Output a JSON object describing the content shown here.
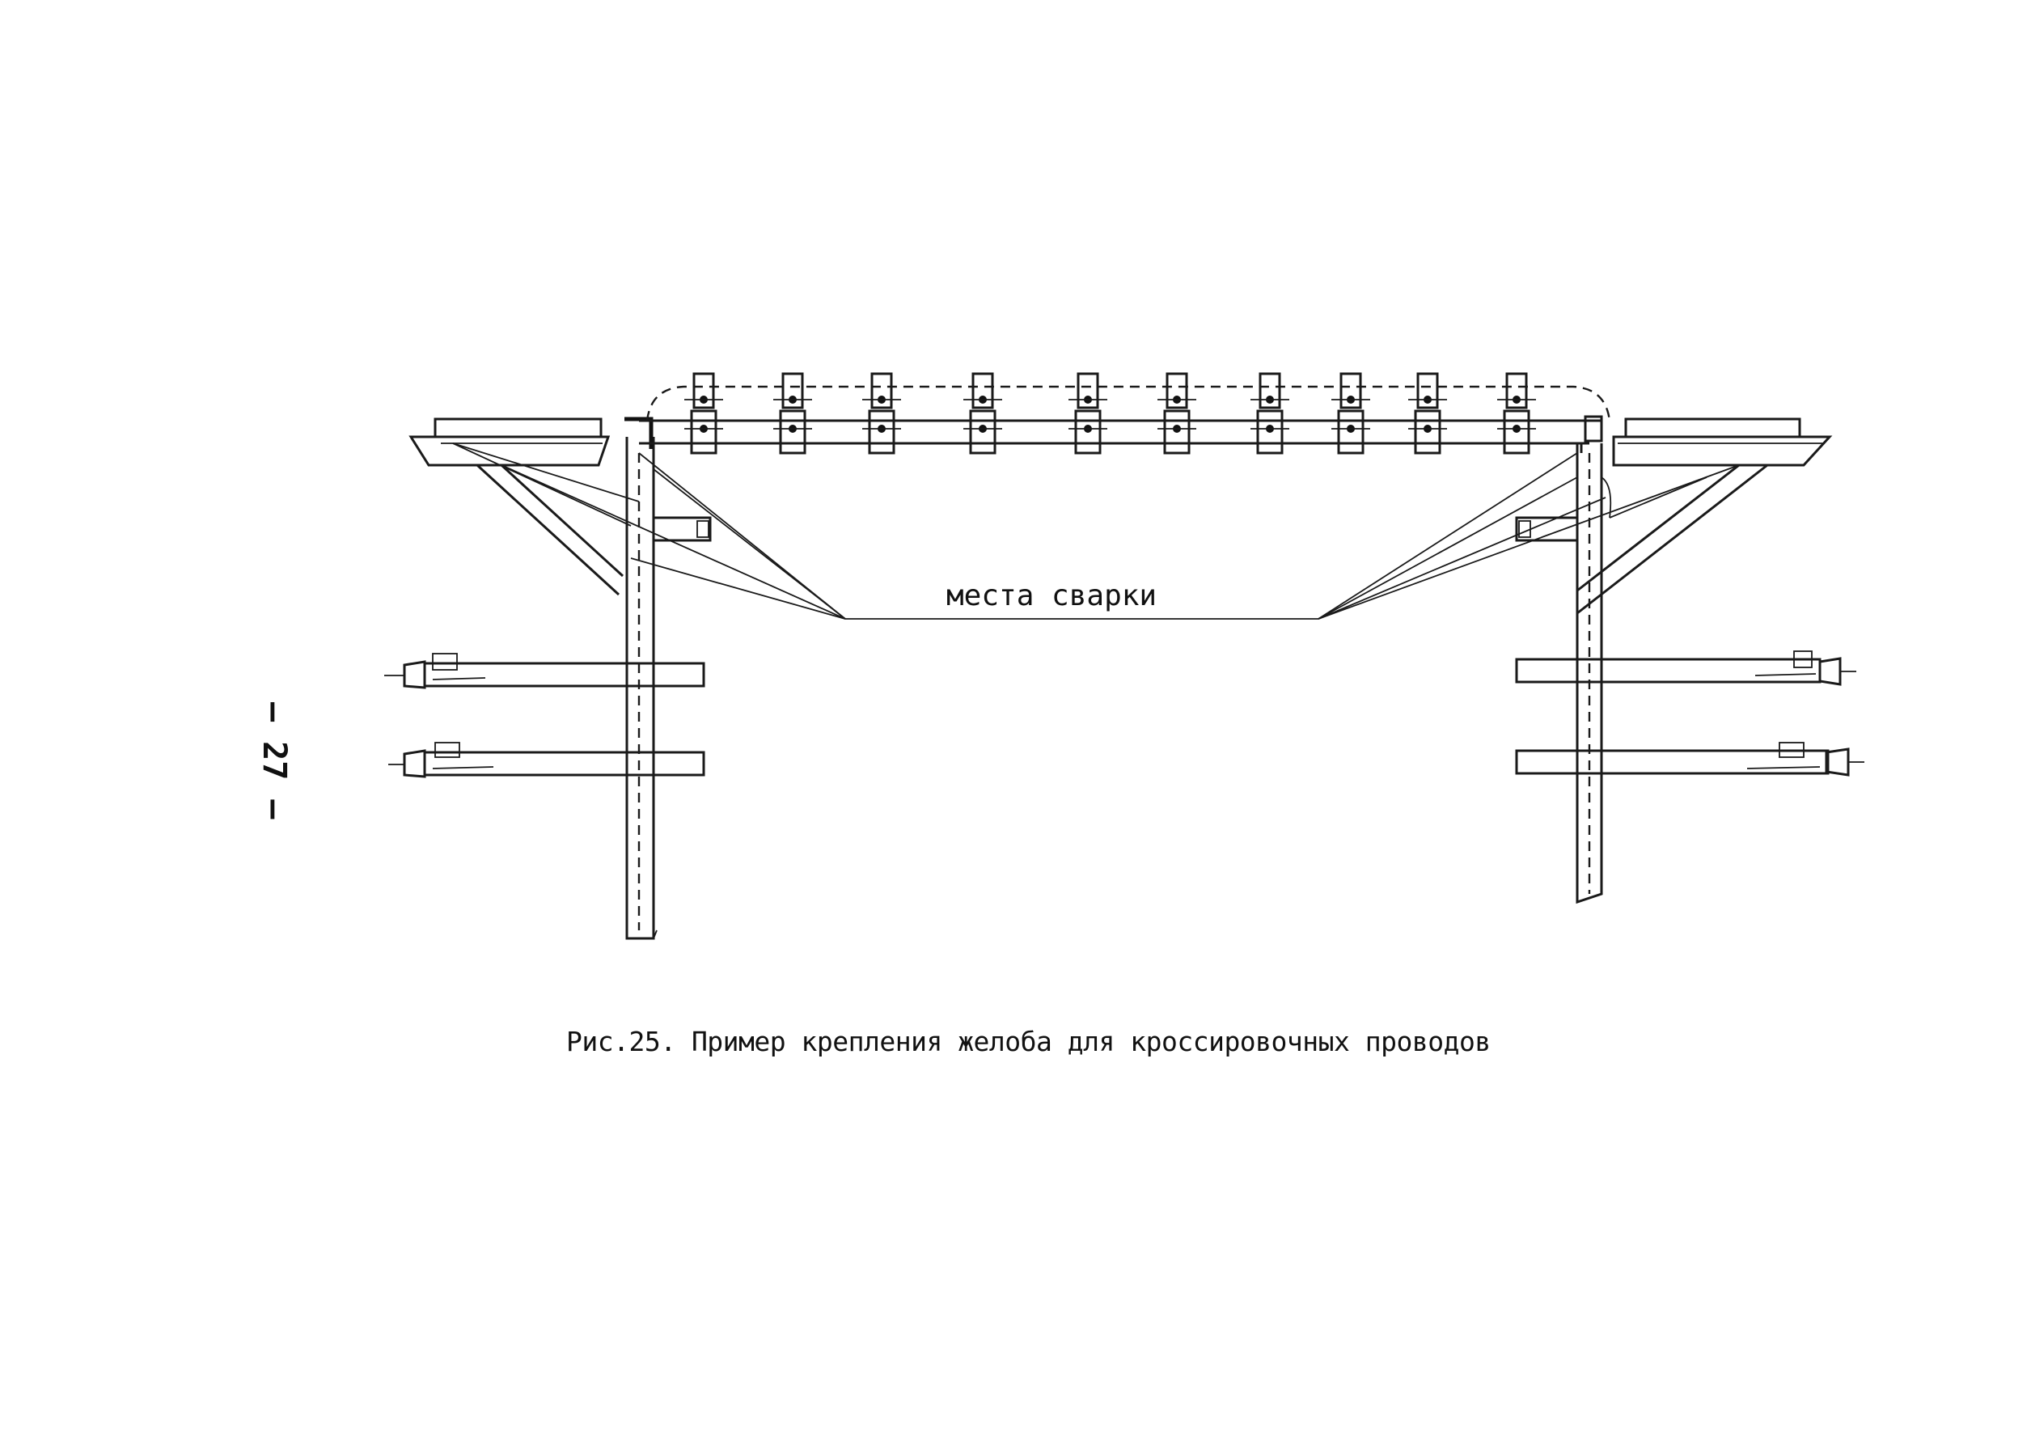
{
  "page_number": "– 27 –",
  "figure": {
    "weld_label": "места сварки",
    "caption": "Рис.25. Пример крепления желоба для кроссировочных проводов"
  }
}
